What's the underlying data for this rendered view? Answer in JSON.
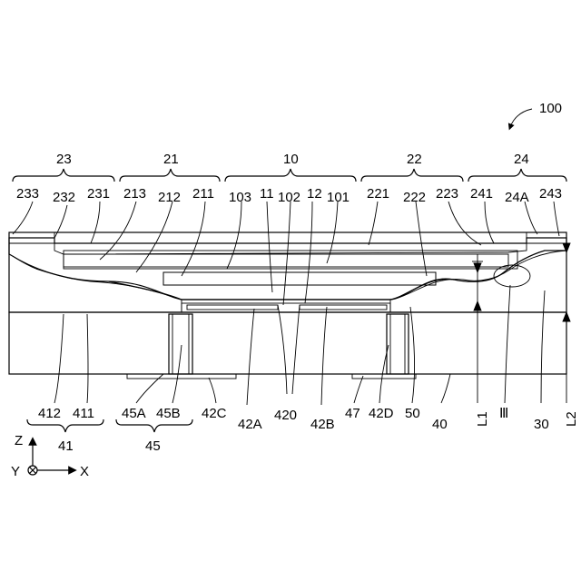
{
  "figure": {
    "reference": "100",
    "groups": {
      "g23": "23",
      "g21": "21",
      "g10": "10",
      "g22": "22",
      "g24": "24",
      "g41": "41",
      "g45": "45"
    },
    "labels": {
      "l233": "233",
      "l232": "232",
      "l231": "231",
      "l213": "213",
      "l212": "212",
      "l211": "211",
      "l103": "103",
      "l11": "11",
      "l102": "102",
      "l12": "12",
      "l101": "101",
      "l221": "221",
      "l222": "222",
      "l223": "223",
      "l241": "241",
      "l24A": "24A",
      "l243": "243",
      "l412": "412",
      "l411": "411",
      "l45A": "45A",
      "l45B": "45B",
      "l42C": "42C",
      "l42A": "42A",
      "l420": "420",
      "l42B": "42B",
      "l47": "47",
      "l42D": "42D",
      "l50": "50",
      "l40": "40",
      "lL1": "L1",
      "lIII": "Ⅲ",
      "l30": "30",
      "lL2": "L2"
    },
    "axes": {
      "z": "Z",
      "y": "Y",
      "x": "X"
    }
  }
}
